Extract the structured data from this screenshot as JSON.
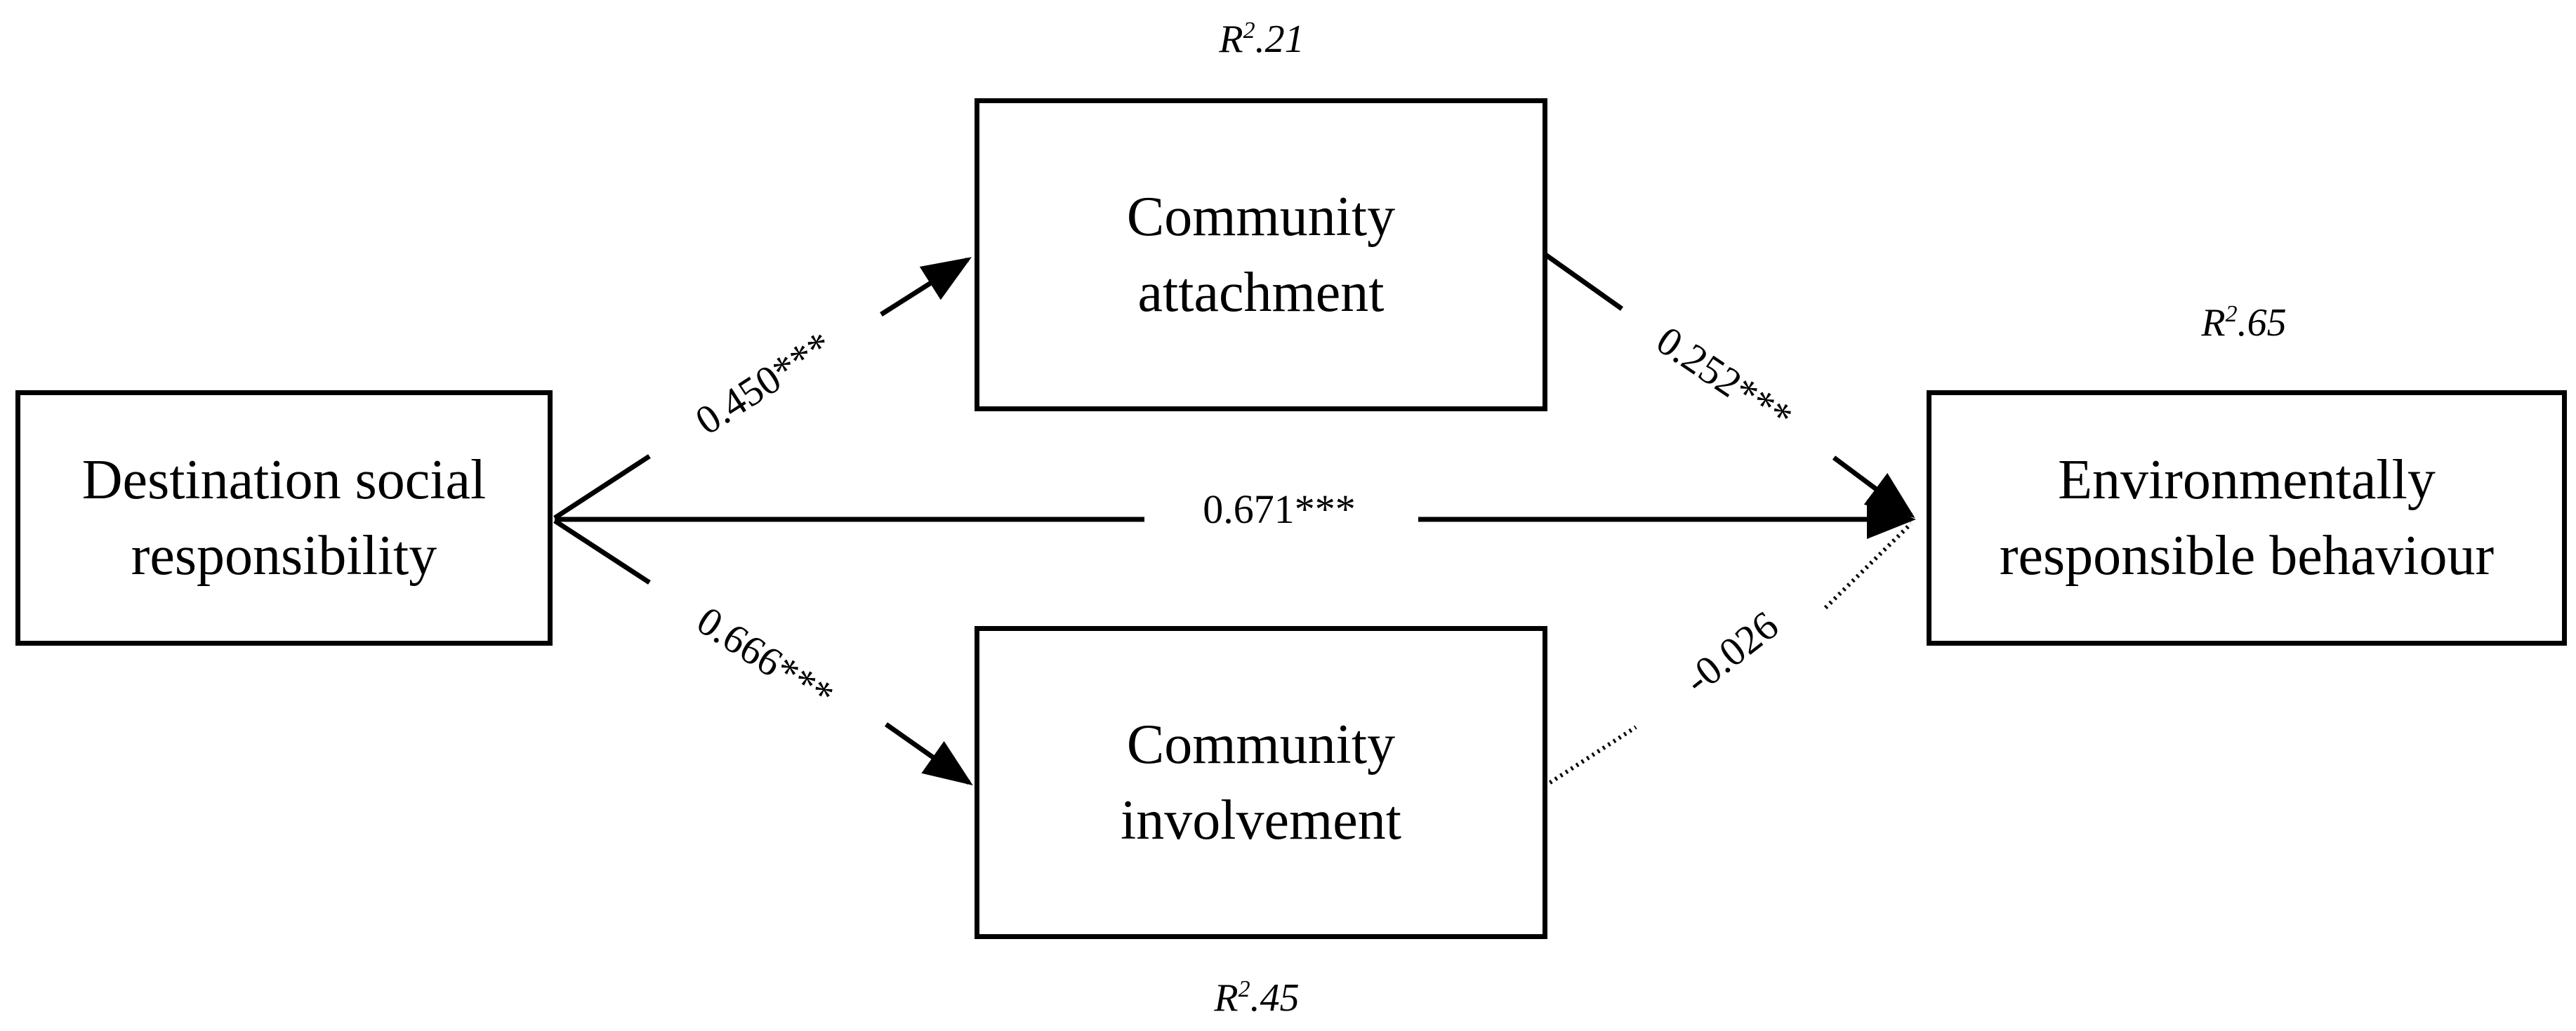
{
  "nodes": {
    "dsr": {
      "label": "Destination social responsibility"
    },
    "ca": {
      "label": "Community attachment"
    },
    "ci": {
      "label": "Community involvement"
    },
    "erb": {
      "label": "Environmentally responsible behaviour"
    }
  },
  "r_squared": {
    "prefix": "R",
    "superscript": "2",
    "ca": ".21",
    "ci": ".45",
    "erb": ".65"
  },
  "paths": {
    "dsr_ca": {
      "coef": "0.450***",
      "style": "solid"
    },
    "dsr_ci": {
      "coef": "0.666***",
      "style": "solid"
    },
    "dsr_erb": {
      "coef": "0.671***",
      "style": "solid"
    },
    "ca_erb": {
      "coef": "0.252***",
      "style": "solid"
    },
    "ci_erb": {
      "coef": "-0.026",
      "style": "dotted"
    }
  }
}
